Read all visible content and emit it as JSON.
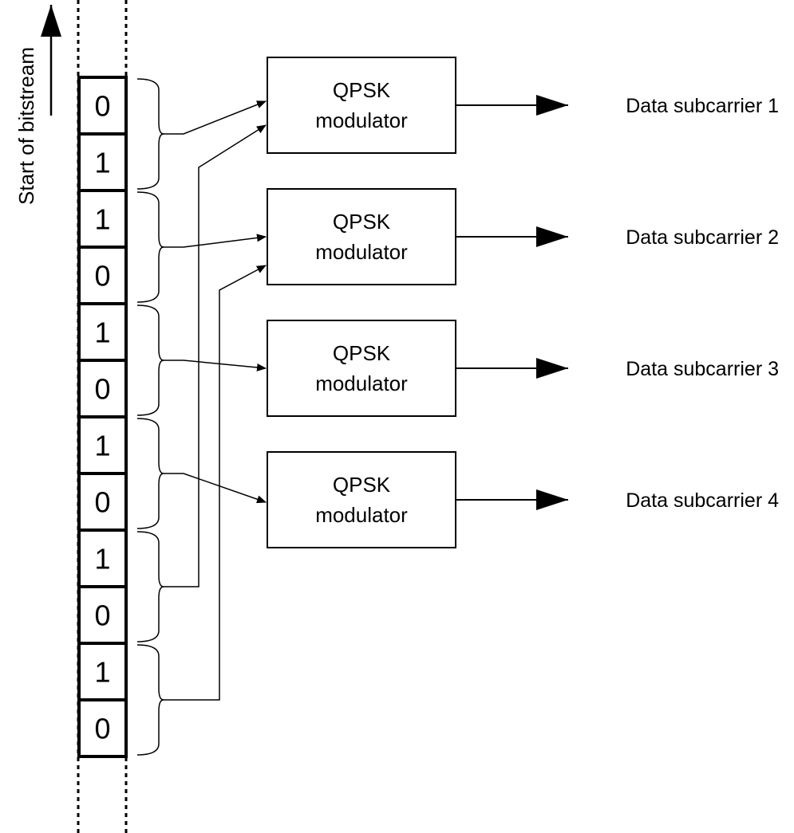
{
  "stream": {
    "label": "Start of bitstream",
    "bits": [
      "0",
      "1",
      "1",
      "0",
      "1",
      "0",
      "1",
      "0",
      "1",
      "0",
      "1",
      "0"
    ]
  },
  "modulators": [
    {
      "line1": "QPSK",
      "line2": "modulator",
      "output": "Data subcarrier 1"
    },
    {
      "line1": "QPSK",
      "line2": "modulator",
      "output": "Data subcarrier 2"
    },
    {
      "line1": "QPSK",
      "line2": "modulator",
      "output": "Data subcarrier 3"
    },
    {
      "line1": "QPSK",
      "line2": "modulator",
      "output": "Data subcarrier 4"
    }
  ],
  "bit_pair_to_modulator": [
    0,
    1,
    2,
    3,
    0,
    1
  ],
  "colors": {
    "stroke": "#000000",
    "background": "#ffffff"
  }
}
